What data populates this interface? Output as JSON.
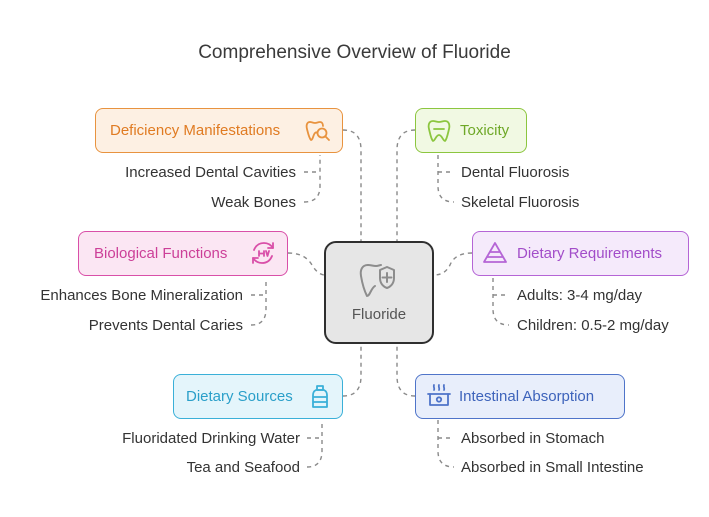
{
  "title": "Comprehensive Overview of Fluoride",
  "center": {
    "label": "Fluoride",
    "icon": "tooth-plus-icon"
  },
  "categories": [
    {
      "label": "Deficiency Manifestations",
      "icon": "tooth-magnifier-icon",
      "color": "#e8933f",
      "bg": "#fdf0e3",
      "items": [
        "Increased Dental Cavities",
        "Weak Bones"
      ]
    },
    {
      "label": "Toxicity",
      "icon": "tooth-icon",
      "color": "#8cc63f",
      "bg": "#f1f9e3",
      "items": [
        "Dental Fluorosis",
        "Skeletal Fluorosis"
      ]
    },
    {
      "label": "Biological Functions",
      "icon": "cycle-icon",
      "color": "#d94fa8",
      "bg": "#fbe6f3",
      "items": [
        "Enhances Bone Mineralization",
        "Prevents Dental Caries"
      ]
    },
    {
      "label": "Dietary Requirements",
      "icon": "pyramid-icon",
      "color": "#b565d6",
      "bg": "#f5eafb",
      "items": [
        "Adults: 3-4 mg/day",
        "Children: 0.5-2 mg/day"
      ]
    },
    {
      "label": "Dietary Sources",
      "icon": "bottle-icon",
      "color": "#3ab0d8",
      "bg": "#e4f5fb",
      "items": [
        "Fluoridated Drinking Water",
        "Tea and Seafood"
      ]
    },
    {
      "label": "Intestinal Absorption",
      "icon": "cooking-pot-icon",
      "color": "#4f74c9",
      "bg": "#e8eefb",
      "items": [
        "Absorbed in Stomach",
        "Absorbed in Small Intestine"
      ]
    }
  ]
}
